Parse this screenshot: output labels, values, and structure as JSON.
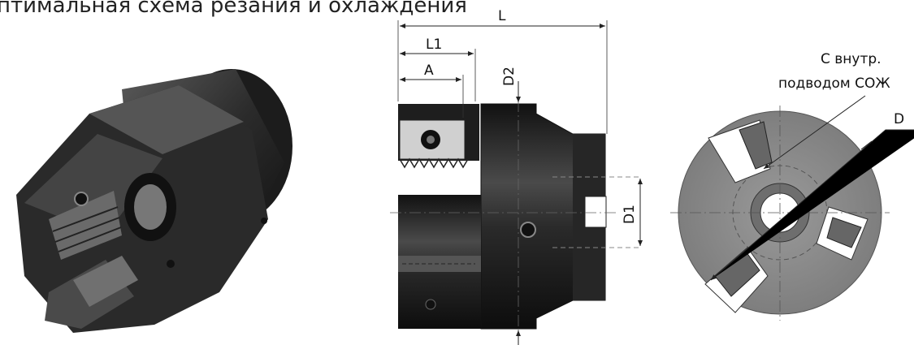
{
  "header": {
    "title": "птимальная схема резания и охлаждения"
  },
  "drawing": {
    "dim_L": "L",
    "dim_L1": "L1",
    "dim_A": "A",
    "dim_D2": "D2",
    "dim_D1": "D1",
    "dim_D": "D",
    "callout_line1": "С внутр.",
    "callout_line2": "подводом СОЖ"
  },
  "colors": {
    "body_dark": "#1a1a1a",
    "body_mid": "#3c3c3c",
    "face_grey": "#8c8c8c",
    "line": "#222222"
  }
}
